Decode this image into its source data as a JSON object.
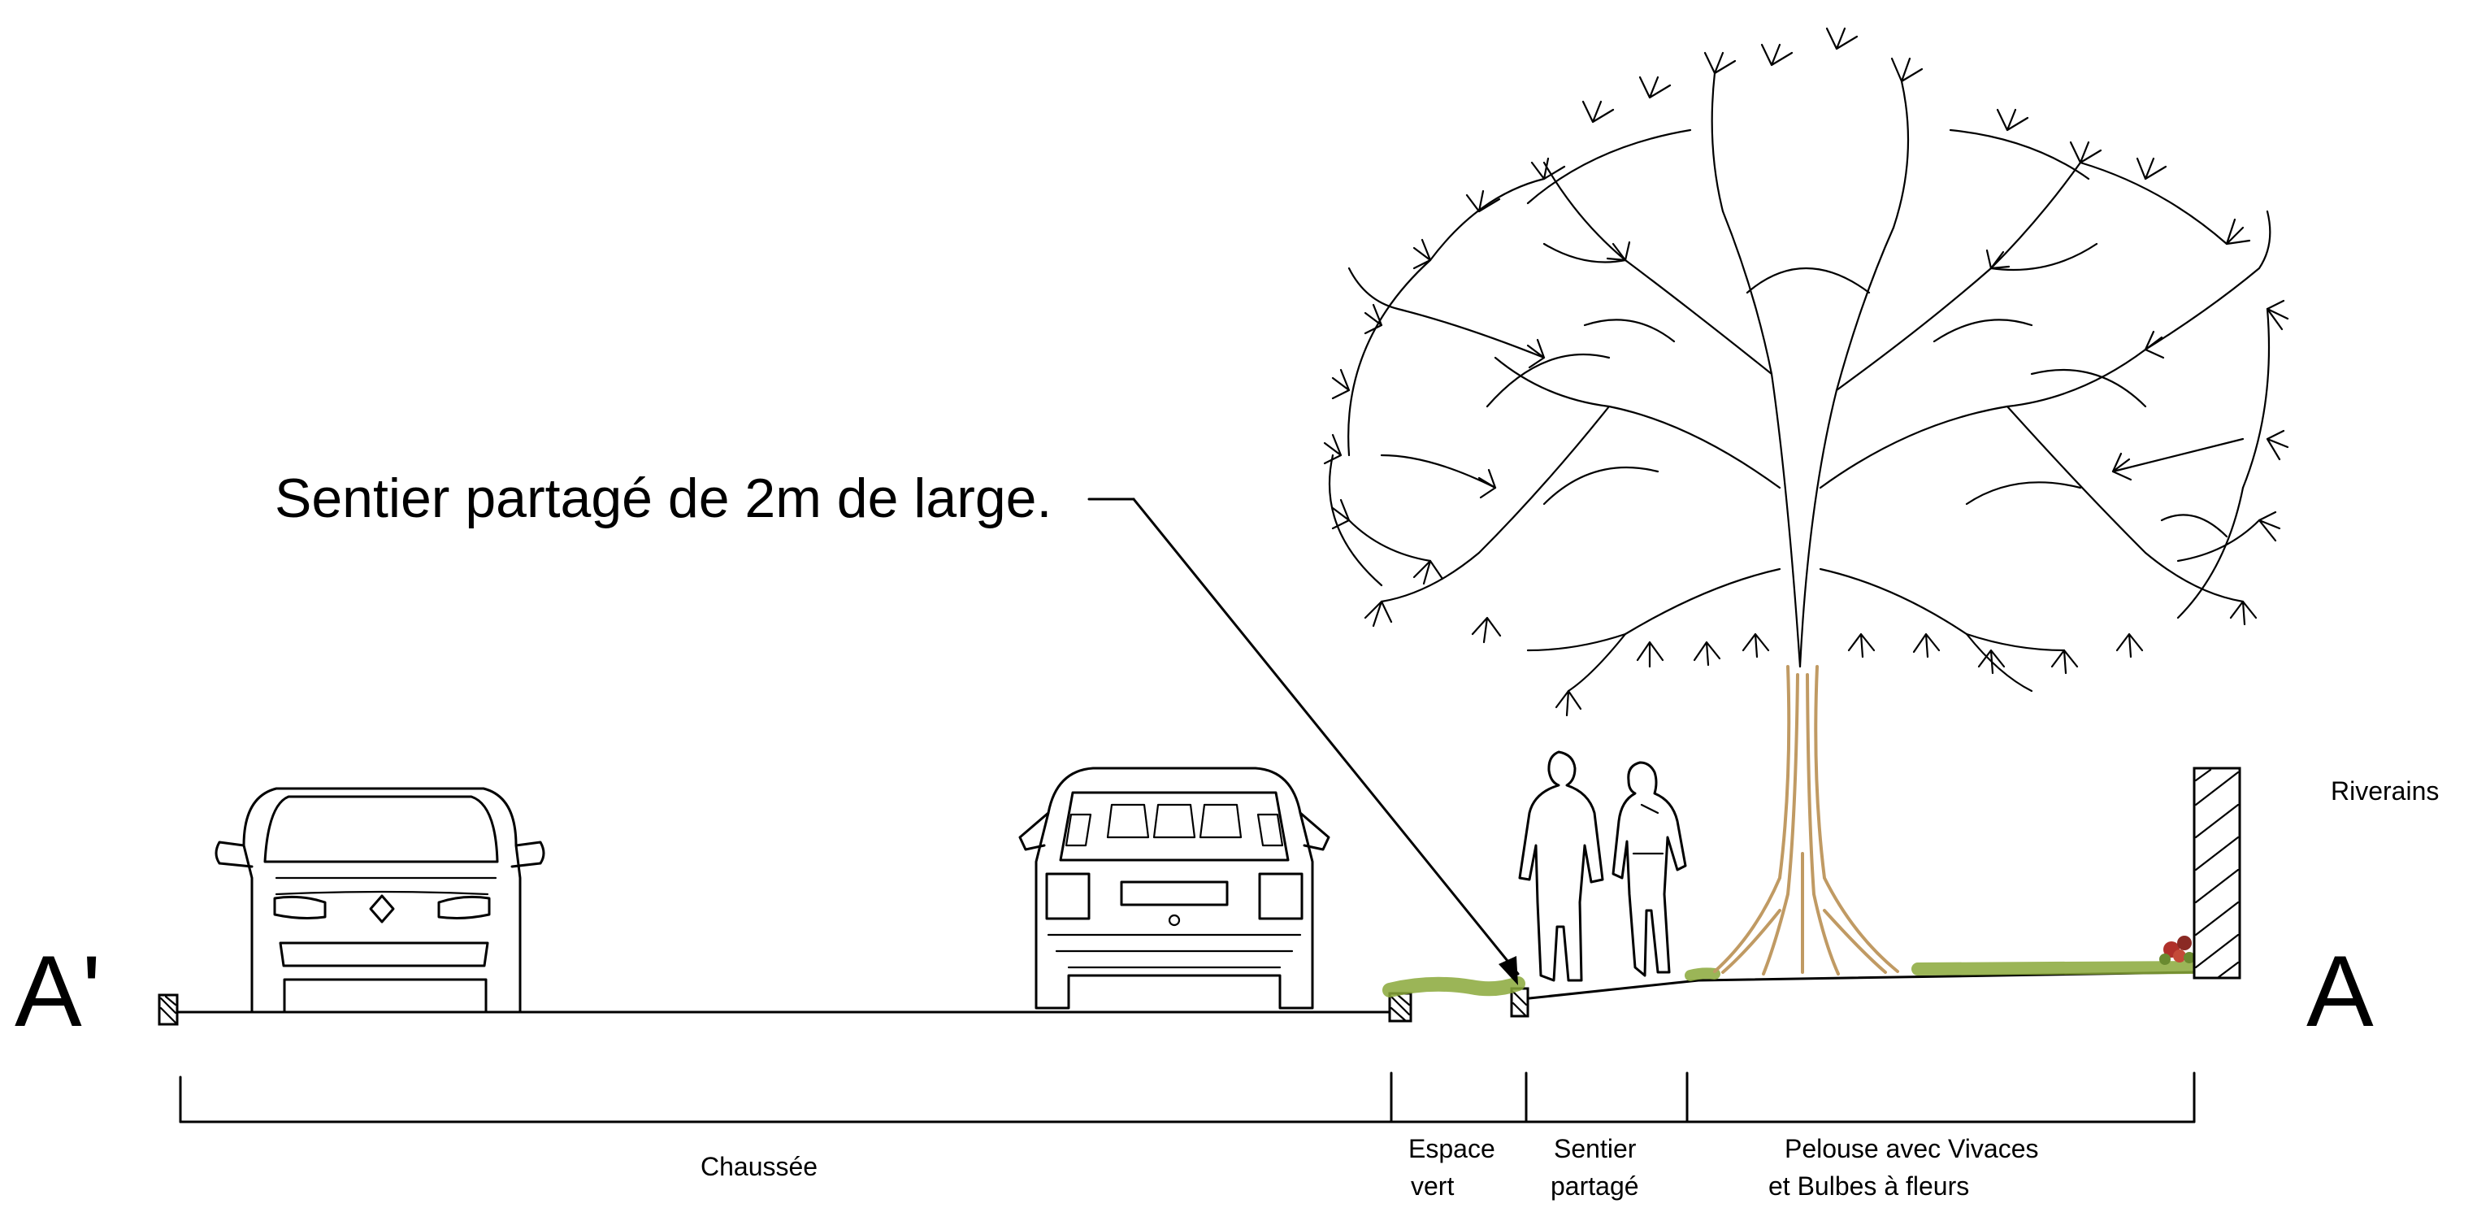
{
  "section": {
    "left_marker": "A'",
    "right_marker": "A"
  },
  "annotation": {
    "text": "Sentier partagé de 2m de large."
  },
  "labels": {
    "riverains": "Riverains",
    "chaussee": "Chaussée",
    "espace_vert_line1": "Espace",
    "espace_vert_line2": "vert",
    "sentier_line1": "Sentier",
    "sentier_line2": "partagé",
    "pelouse_line1": "Pelouse avec Vivaces",
    "pelouse_line2": "et Bulbes à fleurs"
  },
  "colors": {
    "ink": "#000000",
    "grass": "#8aa83a",
    "trunk": "#c09a63",
    "flowers": "#b0302a"
  },
  "icons": [
    "car-front-icon",
    "car-rear-icon",
    "pedestrian-icon",
    "tree-icon",
    "wall-icon",
    "curb-icon",
    "flower-icon"
  ]
}
